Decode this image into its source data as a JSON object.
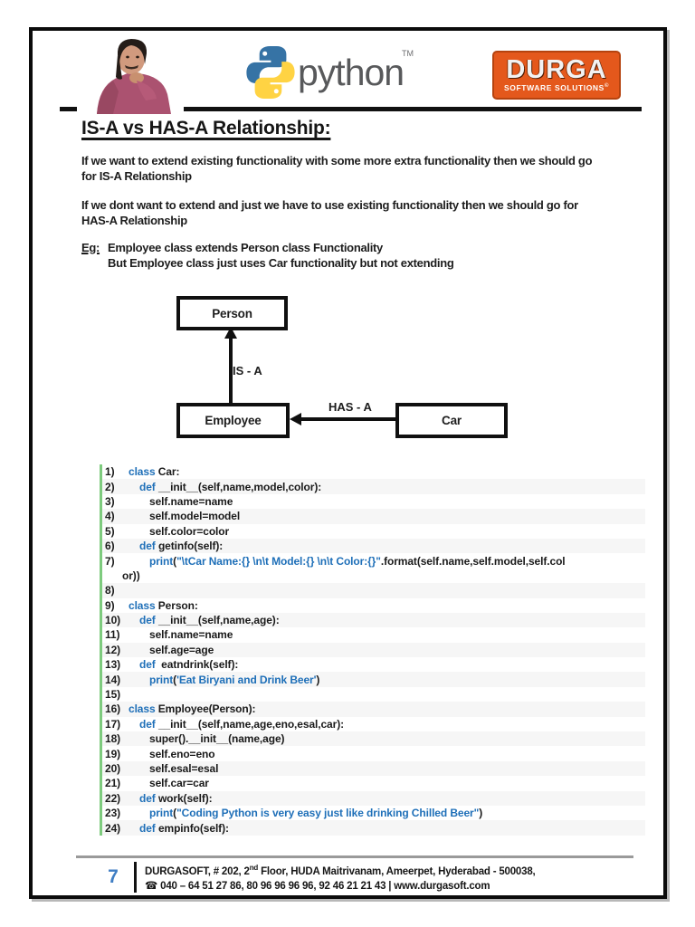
{
  "header": {
    "python_wordmark": "python",
    "python_tm": "TM",
    "durga_title": "DURGA",
    "durga_subtitle": "SOFTWARE SOLUTIONS",
    "durga_copyright": "©"
  },
  "title": "IS-A vs HAS-A Relationship:",
  "body": {
    "p1_l1": "If we want to extend existing functionality with some more extra functionality then we should go",
    "p1_l2": "for IS-A Relationship",
    "p2_l1": "If we dont want to extend and just we have to use existing functionality then we should go for",
    "p2_l2": "HAS-A Relationship",
    "eg_label": "Eg:",
    "eg_line1": "Employee class extends Person class Functionality",
    "eg_line2": "But Employee class just uses Car functionality but not extending"
  },
  "diagram": {
    "person_label": "Person",
    "employee_label": "Employee",
    "car_label": "Car",
    "isa_label": "IS - A",
    "hasa_label": "HAS - A"
  },
  "code": {
    "lines": [
      {
        "n": "1)",
        "ind": 0,
        "g": false,
        "seg": [
          [
            "b",
            "class "
          ],
          [
            "k",
            "Car:"
          ]
        ]
      },
      {
        "n": "2)",
        "ind": 1,
        "g": true,
        "seg": [
          [
            "b",
            "def "
          ],
          [
            "k",
            "__init__(self,name,model,color):"
          ]
        ]
      },
      {
        "n": "3)",
        "ind": 2,
        "g": false,
        "seg": [
          [
            "k",
            "self.name=name"
          ]
        ]
      },
      {
        "n": "4)",
        "ind": 2,
        "g": true,
        "seg": [
          [
            "k",
            "self.model=model"
          ]
        ]
      },
      {
        "n": "5)",
        "ind": 2,
        "g": false,
        "seg": [
          [
            "k",
            "self.color=color"
          ]
        ]
      },
      {
        "n": "6)",
        "ind": 1,
        "g": true,
        "seg": [
          [
            "b",
            "def "
          ],
          [
            "k",
            "getinfo(self):"
          ]
        ]
      },
      {
        "n": "7)",
        "ind": 2,
        "g": false,
        "seg": [
          [
            "b",
            "print"
          ],
          [
            "k",
            "("
          ],
          [
            "b",
            "\"\\tCar Name:{} \\n\\t Model:{} \\n\\t Color:{}\""
          ],
          [
            "k",
            ".format(self.name,self.model,self.col"
          ]
        ]
      },
      {
        "n": "",
        "ind": "w",
        "g": false,
        "seg": [
          [
            "k",
            "or))"
          ]
        ]
      },
      {
        "n": "8)",
        "ind": 0,
        "g": true,
        "seg": []
      },
      {
        "n": "9)",
        "ind": 0,
        "g": false,
        "seg": [
          [
            "b",
            "class "
          ],
          [
            "k",
            "Person:"
          ]
        ]
      },
      {
        "n": "10)",
        "ind": 1,
        "g": true,
        "seg": [
          [
            "b",
            "def "
          ],
          [
            "k",
            "__init__(self,name,age):"
          ]
        ]
      },
      {
        "n": "11)",
        "ind": 2,
        "g": false,
        "seg": [
          [
            "k",
            "self.name=name"
          ]
        ]
      },
      {
        "n": "12)",
        "ind": 2,
        "g": true,
        "seg": [
          [
            "k",
            "self.age=age"
          ]
        ]
      },
      {
        "n": "13)",
        "ind": 1,
        "g": false,
        "seg": [
          [
            "b",
            "def "
          ],
          [
            "k",
            " eatndrink(self):"
          ]
        ]
      },
      {
        "n": "14)",
        "ind": 2,
        "g": true,
        "seg": [
          [
            "b",
            "print"
          ],
          [
            "k",
            "("
          ],
          [
            "b",
            "'Eat Biryani and Drink Beer'"
          ],
          [
            "k",
            ")"
          ]
        ]
      },
      {
        "n": "15)",
        "ind": 0,
        "g": false,
        "seg": []
      },
      {
        "n": "16)",
        "ind": 0,
        "g": true,
        "seg": [
          [
            "b",
            "class "
          ],
          [
            "k",
            "Employee(Person):"
          ]
        ]
      },
      {
        "n": "17)",
        "ind": 1,
        "g": false,
        "seg": [
          [
            "b",
            "def "
          ],
          [
            "k",
            "__init__(self,name,age,eno,esal,car):"
          ]
        ]
      },
      {
        "n": "18)",
        "ind": 2,
        "g": true,
        "seg": [
          [
            "k",
            "super().__init__(name,age)"
          ]
        ]
      },
      {
        "n": "19)",
        "ind": 2,
        "g": false,
        "seg": [
          [
            "k",
            "self.eno=eno"
          ]
        ]
      },
      {
        "n": "20)",
        "ind": 2,
        "g": true,
        "seg": [
          [
            "k",
            "self.esal=esal"
          ]
        ]
      },
      {
        "n": "21)",
        "ind": 2,
        "g": false,
        "seg": [
          [
            "k",
            "self.car=car"
          ]
        ]
      },
      {
        "n": "22)",
        "ind": 1,
        "g": true,
        "seg": [
          [
            "b",
            "def "
          ],
          [
            "k",
            "work(self):"
          ]
        ]
      },
      {
        "n": "23)",
        "ind": 2,
        "g": false,
        "seg": [
          [
            "b",
            "print"
          ],
          [
            "k",
            "("
          ],
          [
            "b",
            "\"Coding Python is very easy just like drinking Chilled Beer\""
          ],
          [
            "k",
            ")"
          ]
        ]
      },
      {
        "n": "24)",
        "ind": 1,
        "g": true,
        "seg": [
          [
            "b",
            "def "
          ],
          [
            "k",
            "empinfo(self):"
          ]
        ]
      }
    ]
  },
  "footer": {
    "page_number": "7",
    "address_pre": "DURGASOFT, # 202, 2",
    "address_sup": "nd",
    "address_post": " Floor, HUDA Maitrivanam, Ameerpet, Hyderabad - 500038,",
    "phone_line": "☎ 040 – 64 51 27 86, 80 96 96 96 96, 92 46 21 21 43 | www.durgasoft.com"
  },
  "colors": {
    "keyword_blue": "#1e6fb8",
    "durga_orange": "#e4581c",
    "page_number_blue": "#3f7ec4",
    "code_stripe": "#f6f6f6",
    "green_bar": "#7ecb7e"
  }
}
